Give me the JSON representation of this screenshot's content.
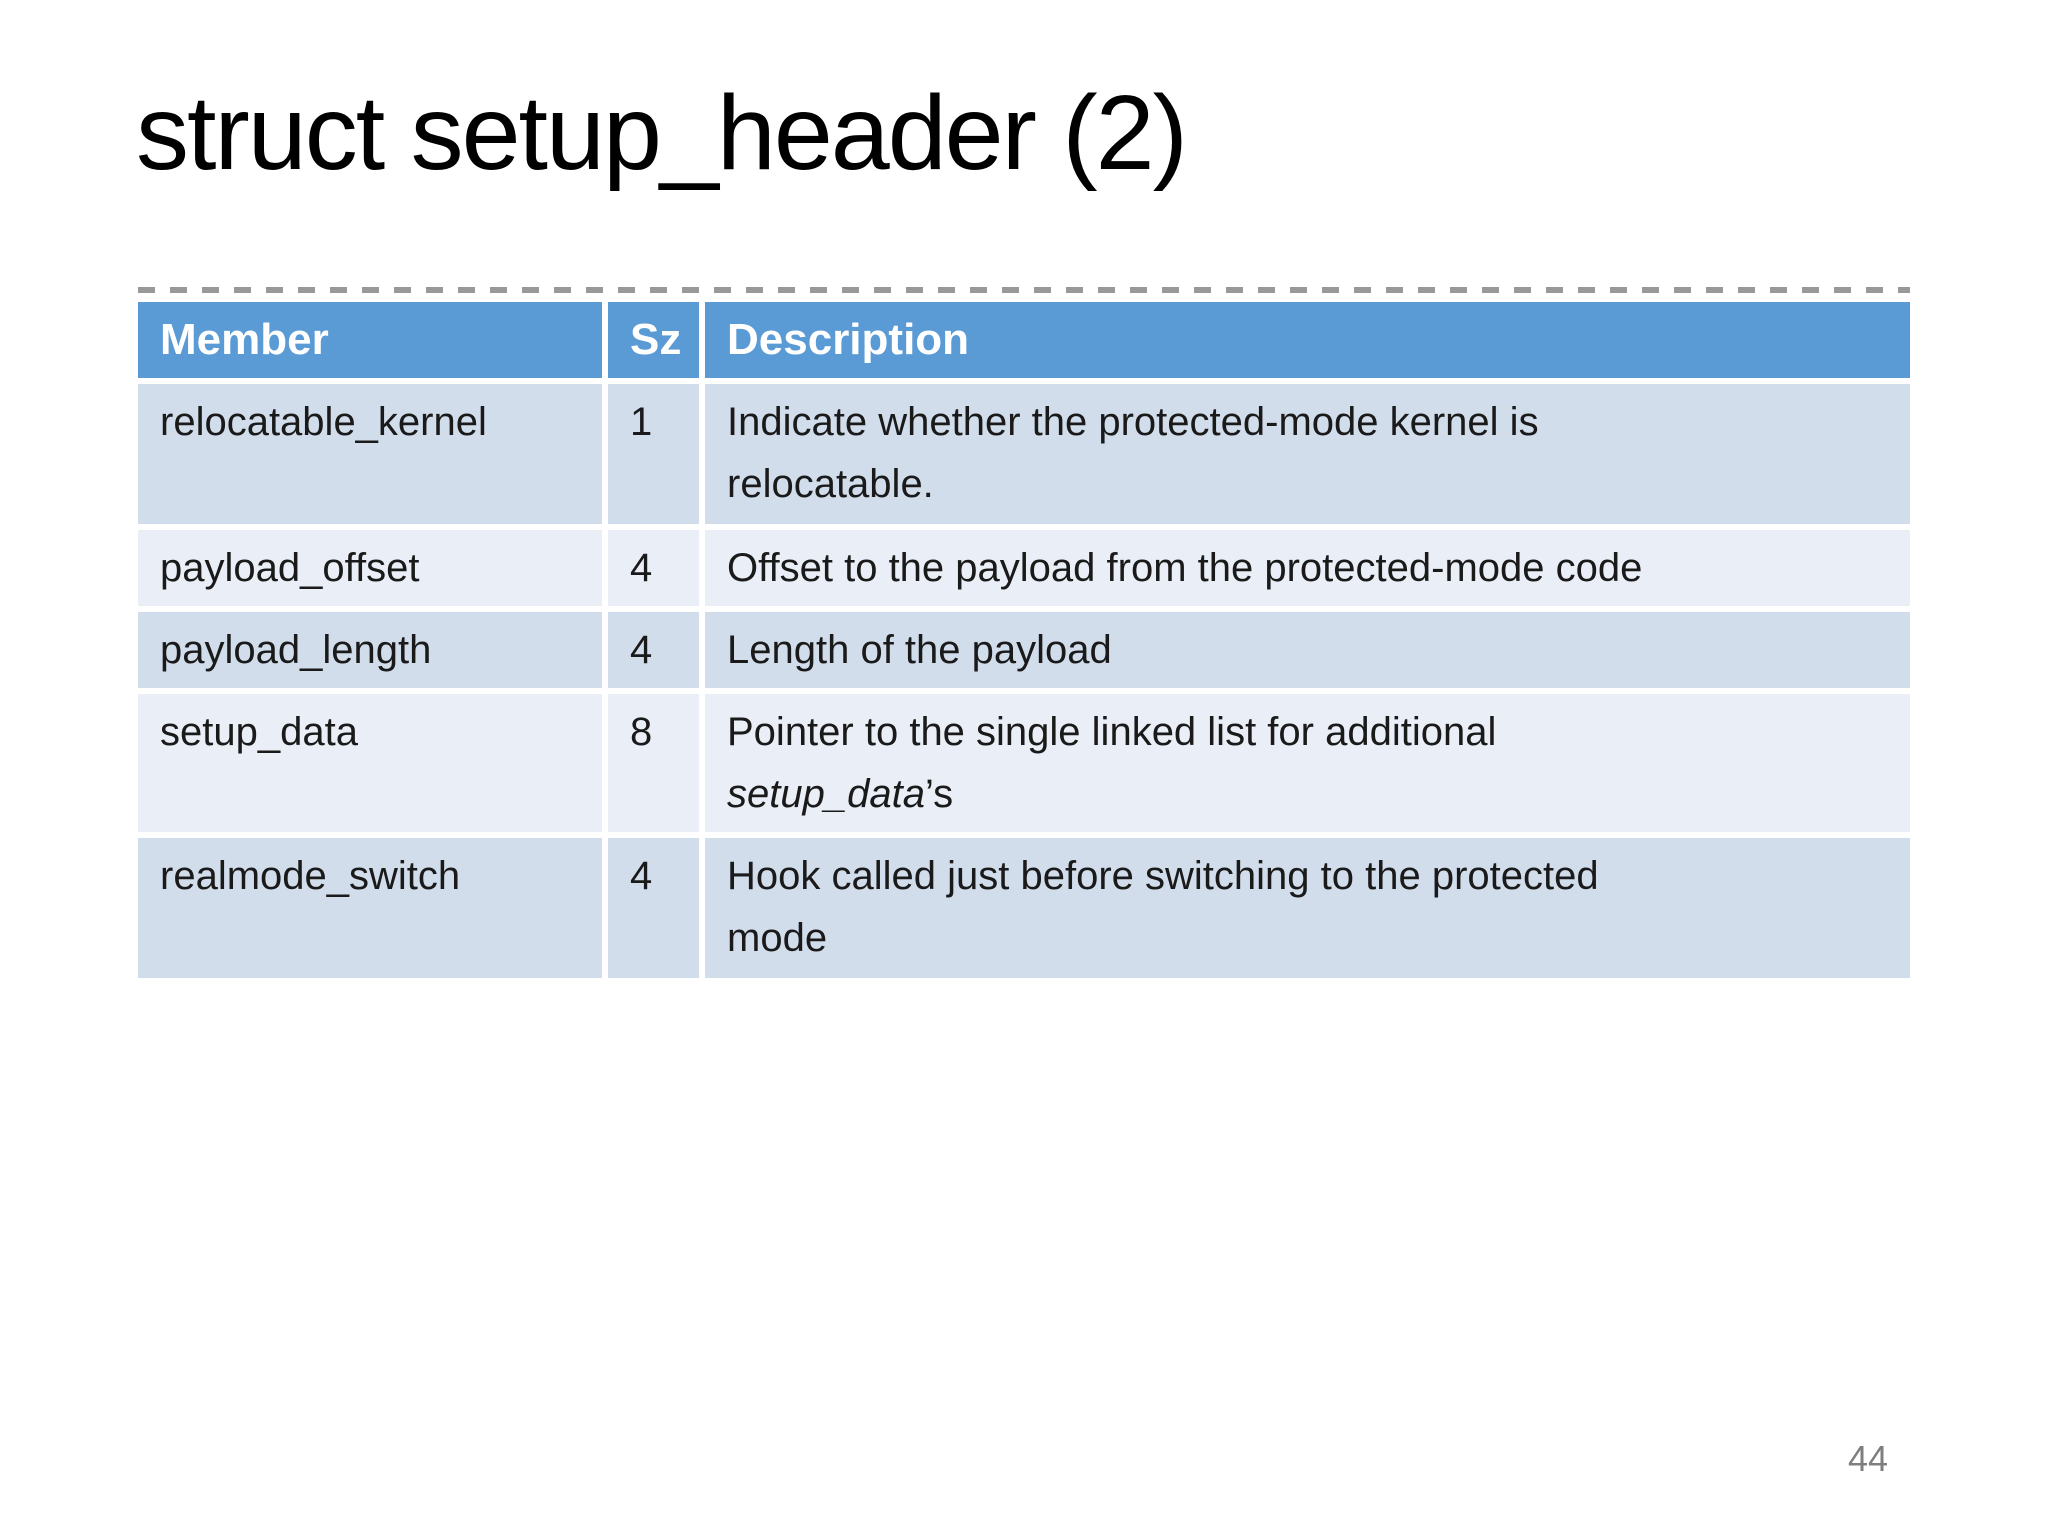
{
  "slide": {
    "title": "struct setup_header (2)",
    "page_number": "44"
  },
  "colors": {
    "header_bg": "#5B9BD5",
    "header_text": "#FFFFFF",
    "row_band_a": "#D2DDEC",
    "row_band_b": "#EAEEF6",
    "body_text": "#1A1A1A",
    "dashed_line": "#999999",
    "page_number_text": "#7F7F7F"
  },
  "table": {
    "columns": [
      {
        "label": "Member"
      },
      {
        "label": "Sz"
      },
      {
        "label": "Description"
      }
    ],
    "rows": [
      {
        "member": "relocatable_kernel",
        "sz": "1",
        "description": [
          [
            {
              "text": "Indicate whether the protected-mode kernel is"
            }
          ],
          [
            {
              "text": "relocatable."
            }
          ]
        ]
      },
      {
        "member": "payload_offset",
        "sz": "4",
        "description": [
          [
            {
              "text": "Offset to the payload from the protected-mode code"
            }
          ]
        ]
      },
      {
        "member": "payload_length",
        "sz": "4",
        "description": [
          [
            {
              "text": "Length of the payload"
            }
          ]
        ]
      },
      {
        "member": "setup_data",
        "sz": "8",
        "description": [
          [
            {
              "text": "Pointer to the single linked list for additional"
            }
          ],
          [
            {
              "text": "setup_data",
              "italic": true
            },
            {
              "text": "’s"
            }
          ]
        ]
      },
      {
        "member": "realmode_switch",
        "sz": "4",
        "description": [
          [
            {
              "text": "Hook called just before switching to the protected"
            }
          ],
          [
            {
              "text": "mode"
            }
          ]
        ]
      }
    ]
  }
}
